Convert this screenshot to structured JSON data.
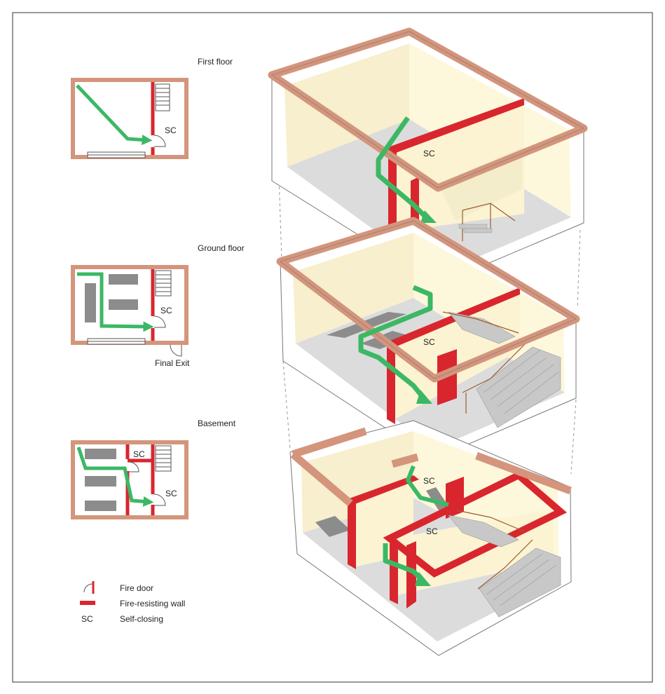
{
  "floors": [
    {
      "key": "first",
      "label": "First floor",
      "sc": [
        "SC"
      ],
      "iso_sc": [
        "SC"
      ]
    },
    {
      "key": "ground",
      "label": "Ground floor",
      "sc": [
        "SC"
      ],
      "iso_sc": [
        "SC"
      ],
      "exit": "Final Exit"
    },
    {
      "key": "basement",
      "label": "Basement",
      "sc": [
        "SC",
        "SC"
      ],
      "iso_sc": [
        "SC",
        "SC"
      ]
    }
  ],
  "legend": [
    {
      "symbol": "fire-door-icon",
      "label": "Fire door"
    },
    {
      "symbol": "fire-wall-swatch",
      "label": "Fire-resisting wall"
    },
    {
      "symbol": "SC",
      "label": "Self-closing"
    }
  ],
  "colors": {
    "outer_wall": "#d4957c",
    "fire_wall": "#d9262e",
    "escape_route": "#3cb864",
    "room_wall": "#fbf5d7",
    "floor": "#dcdcdc",
    "furniture": "#8c8c8c",
    "stairs": "#c8c8c8",
    "handrail": "#9a5b2e"
  }
}
